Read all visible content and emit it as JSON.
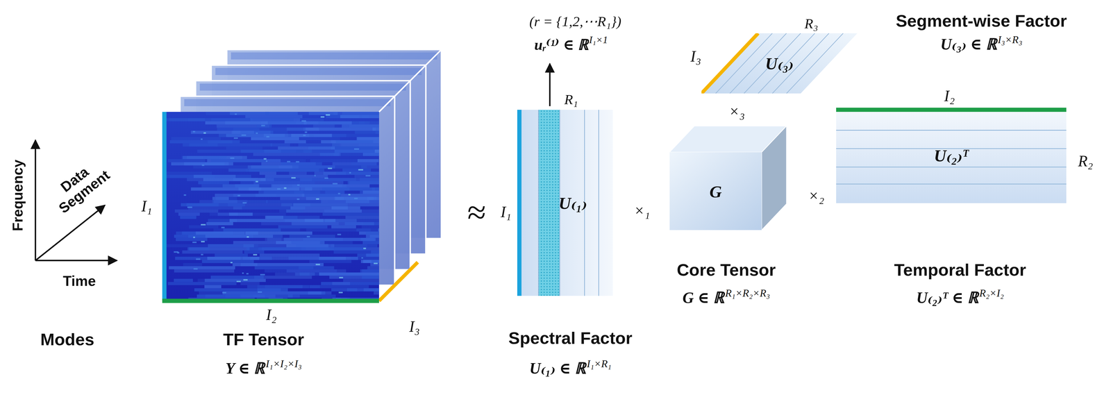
{
  "diagram": {
    "nodes": [
      {
        "text": [
          "U₍₁₎"
        ]
      },
      {
        "text": [
          "U₍₃₎"
        ]
      },
      {
        "text": [
          "G"
        ]
      },
      {
        "text": [
          "U₍₂₎ᵀ"
        ]
      }
    ],
    "labels": [
      "Frequency",
      "Data Segment",
      "Time",
      "Modes",
      "I₁",
      "I₂",
      "I₃",
      "TF Tensor",
      "Y ∈ ℝ",
      "I₁×I₂×I₃",
      "≈",
      "(r = {1,2,⋯R₁})",
      "uᵣ⁽¹⁾ ∈ ℝ",
      "I₁×1",
      "R₁",
      "I₁",
      "×₁",
      "Spectral Factor",
      "U₍₁₎ ∈ ℝ",
      "I₁×R₁",
      "×₃",
      "Core Tensor",
      "G ∈ ℝ",
      "R₁×R₂×R₃",
      "×₂",
      "I₃",
      "R₃",
      "Segment-wise Factor",
      "U₍₃₎ ∈ ℝ",
      "I₃×R₃",
      "I₂",
      "R₂",
      "Temporal Factor",
      "U₍₂₎ᵀ ∈ ℝ",
      "R₂×I₂"
    ]
  }
}
